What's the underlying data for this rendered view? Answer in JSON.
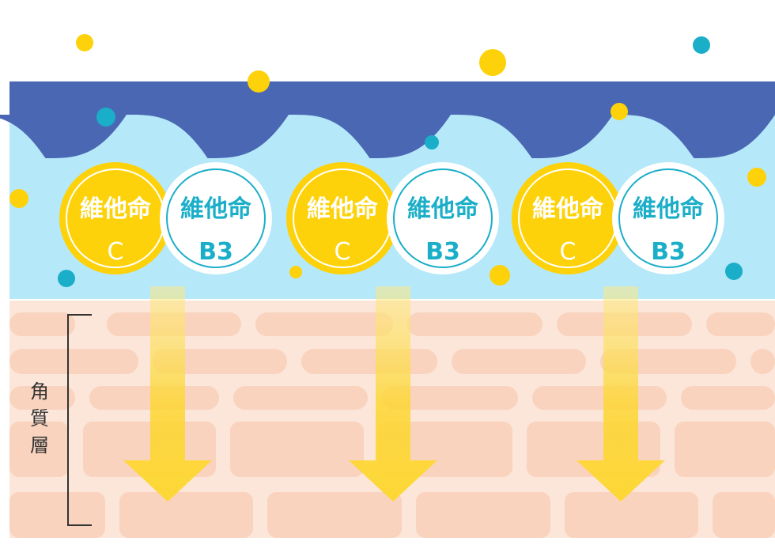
{
  "colors": {
    "dark_wave": "#4a67b3",
    "light_band": "#b5e8f8",
    "skin": "#fbe6d9",
    "cell": "#f9d3bd",
    "yellow": "#fdd20a",
    "teal": "#1aaec8",
    "arrow": "#fdd734"
  },
  "capsule_pairs": [
    {
      "vitamin_c": {
        "name": "維他命",
        "code": "C"
      },
      "vitamin_b3": {
        "name": "維他命",
        "code": "B3"
      }
    },
    {
      "vitamin_c": {
        "name": "維他命",
        "code": "C"
      },
      "vitamin_b3": {
        "name": "維他命",
        "code": "B3"
      }
    },
    {
      "vitamin_c": {
        "name": "維他命",
        "code": "C"
      },
      "vitamin_b3": {
        "name": "維他命",
        "code": "B3"
      }
    }
  ],
  "stratum_corneum_label": [
    "角",
    "質",
    "層"
  ]
}
